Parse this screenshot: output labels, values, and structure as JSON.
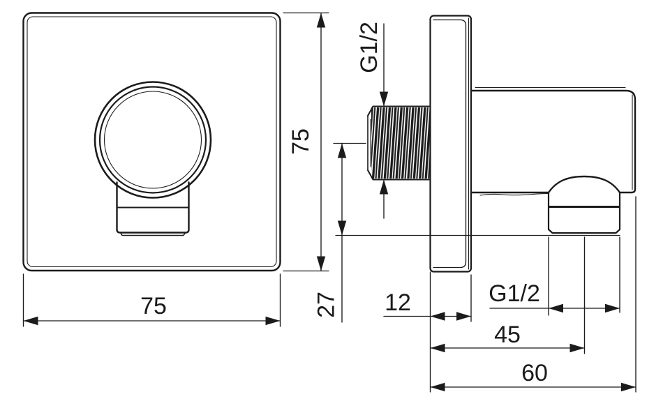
{
  "drawing": {
    "type": "technical-dimension-drawing",
    "subject": "shower wall outlet elbow, front and side views",
    "colors": {
      "ink": "#1b1b1b",
      "paper": "#ffffff"
    },
    "labels": {
      "front_width": "75",
      "front_height": "75",
      "inlet_thread": "G1/2",
      "axis_offset": "27",
      "rosette_depth": "12",
      "outlet_thread": "G1/2",
      "outlet_center_distance": "45",
      "total_depth": "60"
    }
  }
}
